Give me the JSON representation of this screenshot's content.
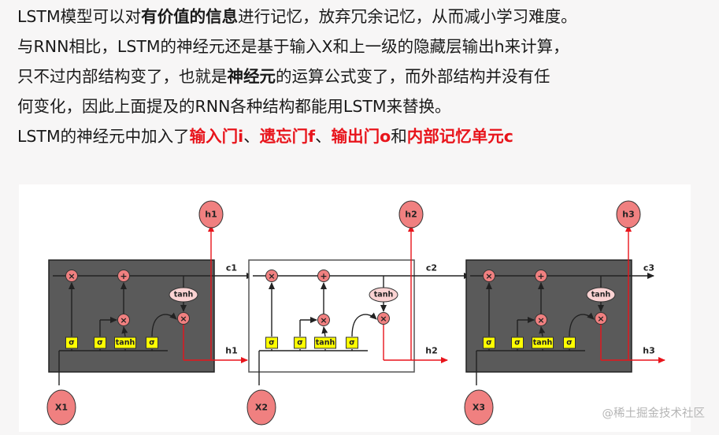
{
  "text": {
    "line1": {
      "a": "LSTM模型可以对",
      "b": "有价值的信息",
      "c": "进行记忆，放弃冗余记忆，从而减小学习难度。"
    },
    "line2": "与RNN相比，LSTM的神经元还是基于输入X和上一级的隐藏层输出h来计算，",
    "line3": {
      "a": "只不过内部结构变了，也就是",
      "b": "神经元",
      "c": "的运算公式变了，而外部结构并没有任"
    },
    "line4": "何变化，因此上面提及的RNN各种结构都能用LSTM来替换。",
    "line5": {
      "a": "LSTM的神经元中加入了",
      "b": "输入门i",
      "c": "、",
      "d": "遗忘门f",
      "e": "、",
      "f": "输出门o",
      "g": "和",
      "h": "内部记忆单元c"
    }
  },
  "diagram": {
    "cells": [
      {
        "input": "X1",
        "output": "h1",
        "cell_state": "c1",
        "hidden": "h1",
        "style": "dark"
      },
      {
        "input": "X2",
        "output": "h2",
        "cell_state": "c2",
        "hidden": "h2",
        "style": "light"
      },
      {
        "input": "X3",
        "output": "h3",
        "cell_state": "c3",
        "hidden": "h3",
        "style": "dark"
      }
    ],
    "gate_labels": [
      "σ",
      "σ",
      "tanh",
      "σ"
    ],
    "tanh_label": "tanh",
    "multiply_symbol": "×",
    "add_symbol": "+"
  },
  "watermark": "@稀土掘金技术社区",
  "colors": {
    "text": "#1a1a1a",
    "highlight": "#e8141b",
    "node_fill": "#f08080",
    "gate_fill": "#ffff00",
    "cell_dark": "#5a5a5a",
    "arrow_red": "#e8141b"
  }
}
